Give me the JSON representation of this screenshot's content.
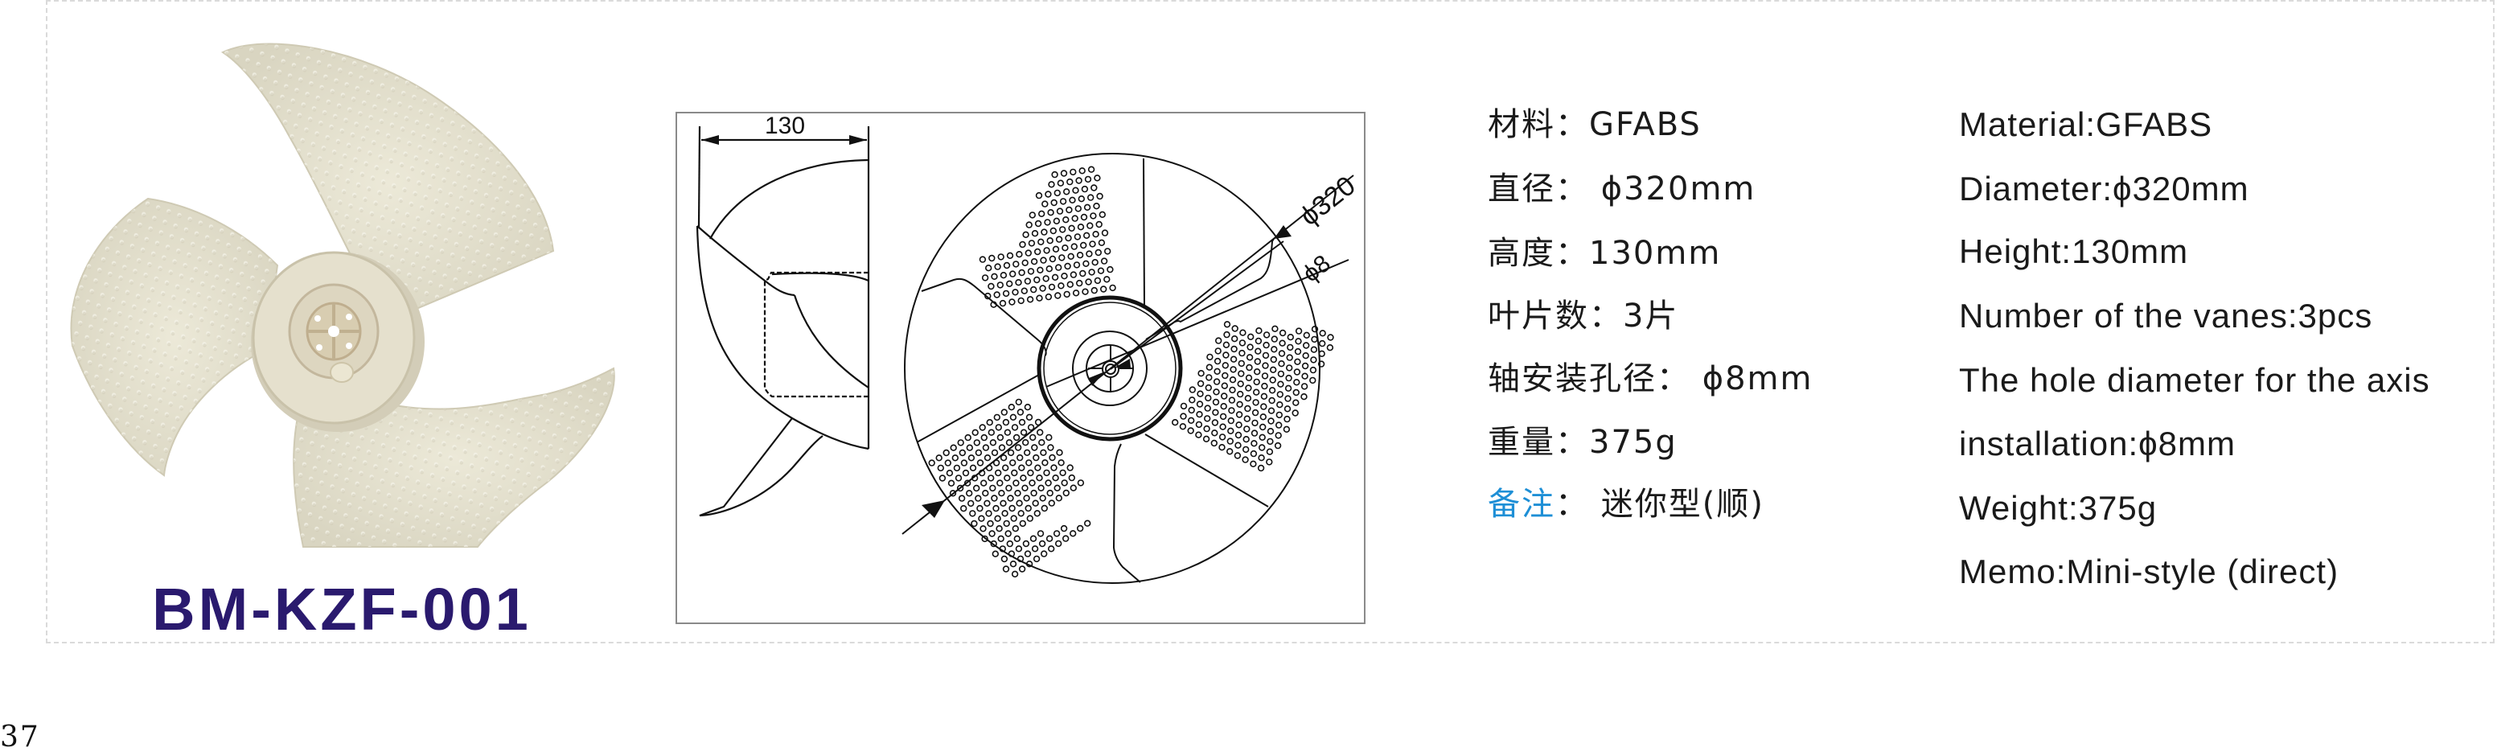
{
  "product": {
    "model": "BM-KZF-001",
    "model_color": "#2a1a6e",
    "photo_subject": "three-blade plastic fan impeller",
    "photo_color": "#e6e2cf"
  },
  "drawing": {
    "dimension_height_label": "130",
    "dimension_diameter_label": "ϕ320",
    "dimension_hole_label": "ϕ8"
  },
  "specs_cn": [
    {
      "label": "材料：",
      "value": "GFABS"
    },
    {
      "label": "直径：",
      "value": " ϕ320mm"
    },
    {
      "label": "高度：",
      "value": "130mm"
    },
    {
      "label": "叶片数：",
      "value": "3片"
    },
    {
      "label": "轴安装孔径：",
      "value": " ϕ8mm"
    },
    {
      "label": "重量：",
      "value": "375g"
    },
    {
      "label": "备注",
      "label_suffix": "：",
      "value": " 迷你型(顺)",
      "label_color": "#1e8fd6"
    }
  ],
  "specs_en": [
    "Material:GFABS",
    "Diameter:ϕ320mm",
    "Height:130mm",
    "Number of the vanes:3pcs",
    "The hole diameter for the axis",
    "installation:ϕ8mm",
    "Weight:375g",
    "Memo:Mini-style (direct)"
  ],
  "page_number": "37"
}
